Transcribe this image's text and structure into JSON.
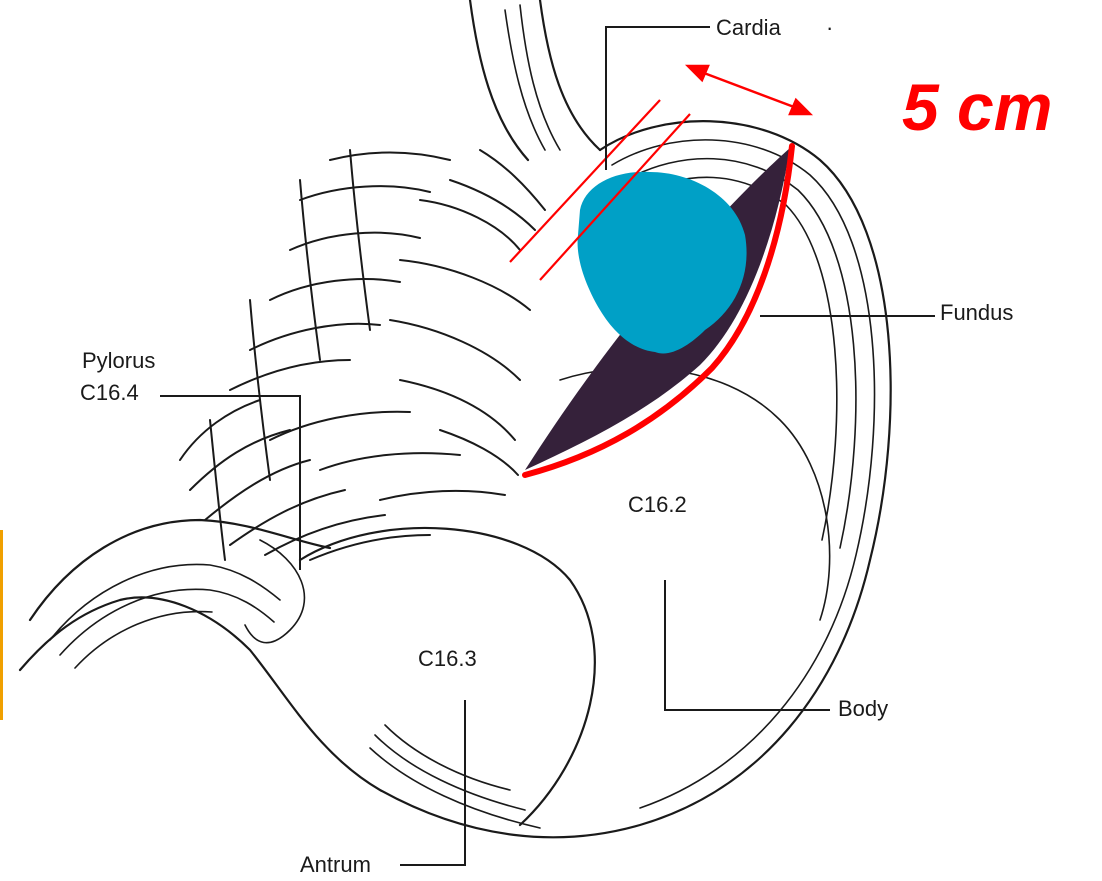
{
  "labels": {
    "cardia": "Cardia",
    "fundus": "Fundus",
    "pylorus": "Pylorus",
    "pylorus_code": "C16.4",
    "body_code": "C16.2",
    "antrum_code": "C16.3",
    "body": "Body",
    "antrum": "Antrum"
  },
  "measurement": {
    "text": "5 cm",
    "color": "#ff0000"
  },
  "colors": {
    "tumor": "#00a0c6",
    "shaded_region": "#35213a",
    "outline_red": "#ff0000",
    "left_marker": "#f0a000"
  }
}
